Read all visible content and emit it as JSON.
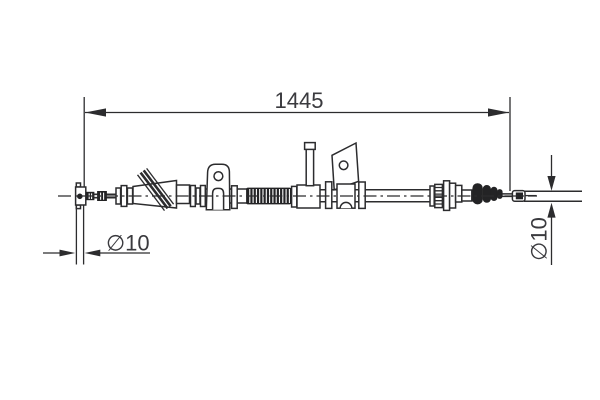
{
  "drawing": {
    "dimension_labels": {
      "overall_length": "1445",
      "left_diameter": "∅10",
      "right_diameter": "∅10"
    },
    "colors": {
      "background": "#ffffff",
      "line": "#2c2c2e",
      "text": "#3a3a3e",
      "dark_fill": "#232325"
    }
  }
}
